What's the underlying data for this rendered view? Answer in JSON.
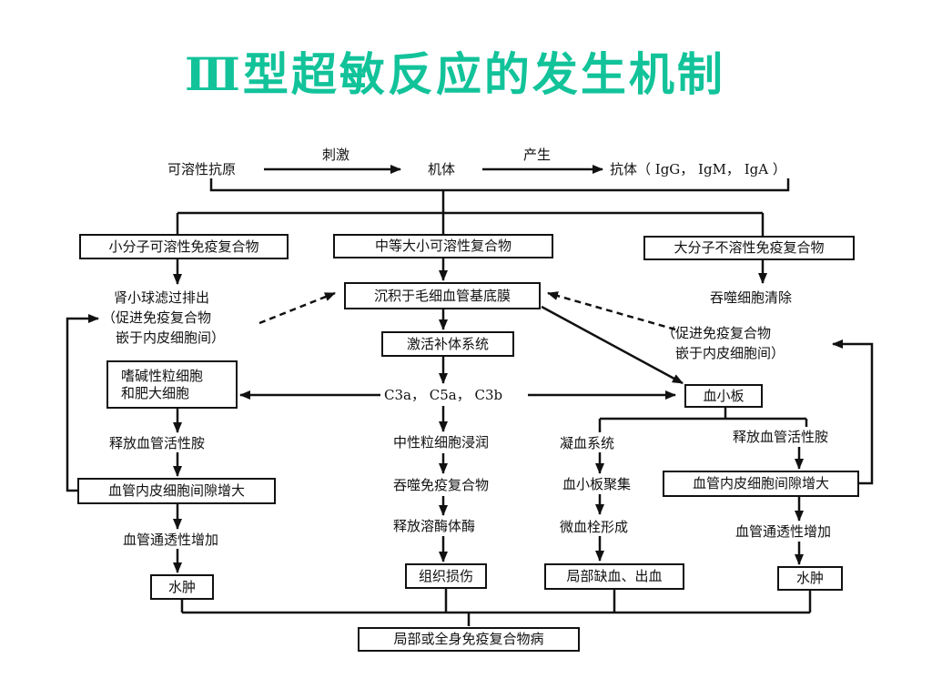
{
  "title": "Ⅲ型超敏反应的发生机制",
  "top": {
    "antigen": "可溶性抗原",
    "stimulate": "刺激",
    "body": "机体",
    "produce": "产生",
    "antibody": "抗体（ IgG， IgM， IgA ）"
  },
  "left": {
    "small_complex": "小分子可溶性免疫复合物",
    "kidney": "肾小球滤过排出",
    "promote_1": "（促进免疫复合物",
    "promote_2": "嵌于内皮细胞间）",
    "basophil_1": "嗜碱性粒细胞",
    "basophil_2": "和肥大细胞",
    "release_amine": "释放血管活性胺",
    "gap_increase": "血管内皮细胞间隙增大",
    "permeability": "血管通透性增加",
    "edema": "水肿"
  },
  "center": {
    "medium_complex": "中等大小可溶性复合物",
    "deposit": "沉积于毛细血管基底膜",
    "activate_complement": "激活补体系统",
    "c3": "C3a， C5a， C3b",
    "neutrophil": "中性粒细胞浸润",
    "phagocytose": "吞噬免疫复合物",
    "release_enzyme": "释放溶酶体酶",
    "tissue_damage": "组织损伤"
  },
  "right": {
    "large_complex": "大分子不溶性免疫复合物",
    "phagocyte_clear": "吞噬细胞清除",
    "promote_1": "（促进免疫复合物",
    "promote_2": "嵌于内皮细胞间）",
    "platelet": "血小板",
    "coagulation": "凝血系统",
    "platelet_aggregation": "血小板聚集",
    "microthrombus": "微血栓形成",
    "ischemia": "局部缺血、出血",
    "release_amine": "释放血管活性胺",
    "gap_increase": "血管内皮细胞间隙增大",
    "permeability": "血管通透性增加",
    "edema": "水肿"
  },
  "bottom": {
    "disease": "局部或全身免疫复合物病"
  }
}
